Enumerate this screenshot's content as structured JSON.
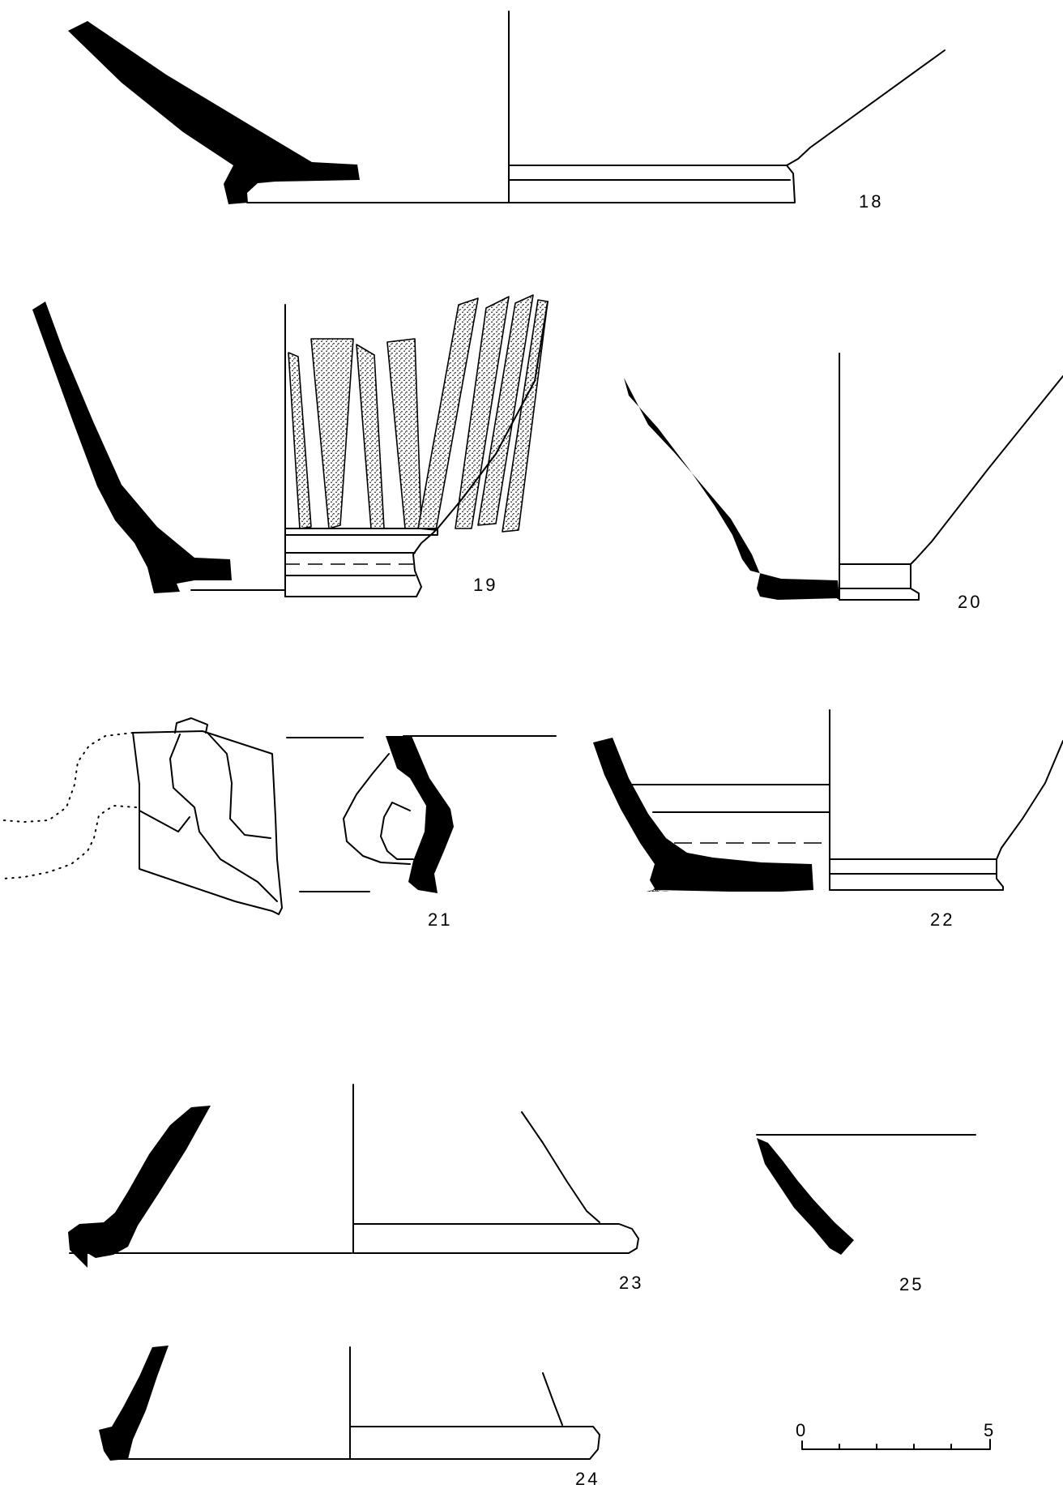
{
  "figures": [
    {
      "id": "18",
      "label": "18"
    },
    {
      "id": "19",
      "label": "19"
    },
    {
      "id": "20",
      "label": "20"
    },
    {
      "id": "21",
      "label": "21"
    },
    {
      "id": "22",
      "label": "22"
    },
    {
      "id": "23",
      "label": "23"
    },
    {
      "id": "24",
      "label": "24"
    },
    {
      "id": "25",
      "label": "25"
    }
  ],
  "scale_bar": {
    "min_label": "0",
    "max_label": "5",
    "ticks": 5
  }
}
